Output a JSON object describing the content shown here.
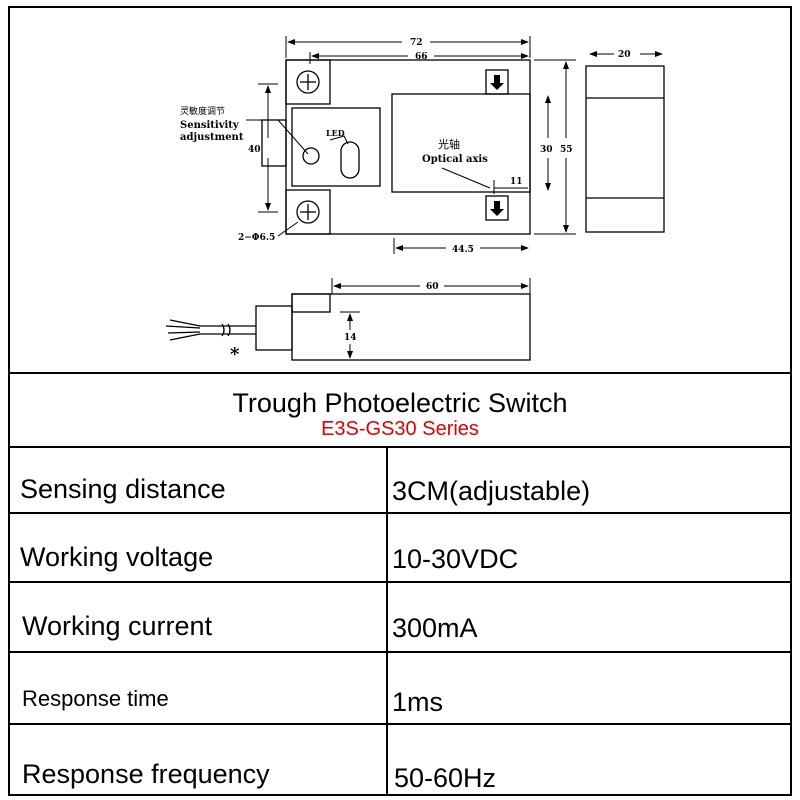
{
  "diagram": {
    "dimensions": {
      "d72": "72",
      "d66": "66",
      "d20": "20",
      "d40": "40",
      "d30": "30",
      "d55": "55",
      "d11": "11",
      "d44_5": "44.5",
      "d60": "60",
      "d14": "14",
      "hole": "2−Φ6.5"
    },
    "labels": {
      "sensitivity_cn": "灵敏度调节",
      "sensitivity_en_1": "Sensitivity",
      "sensitivity_en_2": "adjustment",
      "led": "LED",
      "optical_cn": "光轴",
      "optical_en": "Optical axis",
      "asterisk": "*"
    }
  },
  "product": {
    "title": "Trough Photoelectric Switch",
    "series": "E3S-GS30 Series"
  },
  "specs": [
    {
      "label": "Sensing distance",
      "value": "3CM(adjustable)"
    },
    {
      "label": "Working voltage",
      "value": "10-30VDC"
    },
    {
      "label": "Working current",
      "value": "300mA"
    },
    {
      "label": "Response time",
      "value": "1ms"
    },
    {
      "label": "Response frequency",
      "value": "50-60Hz"
    }
  ],
  "colors": {
    "series_text": "#e00000",
    "line": "#000000"
  }
}
